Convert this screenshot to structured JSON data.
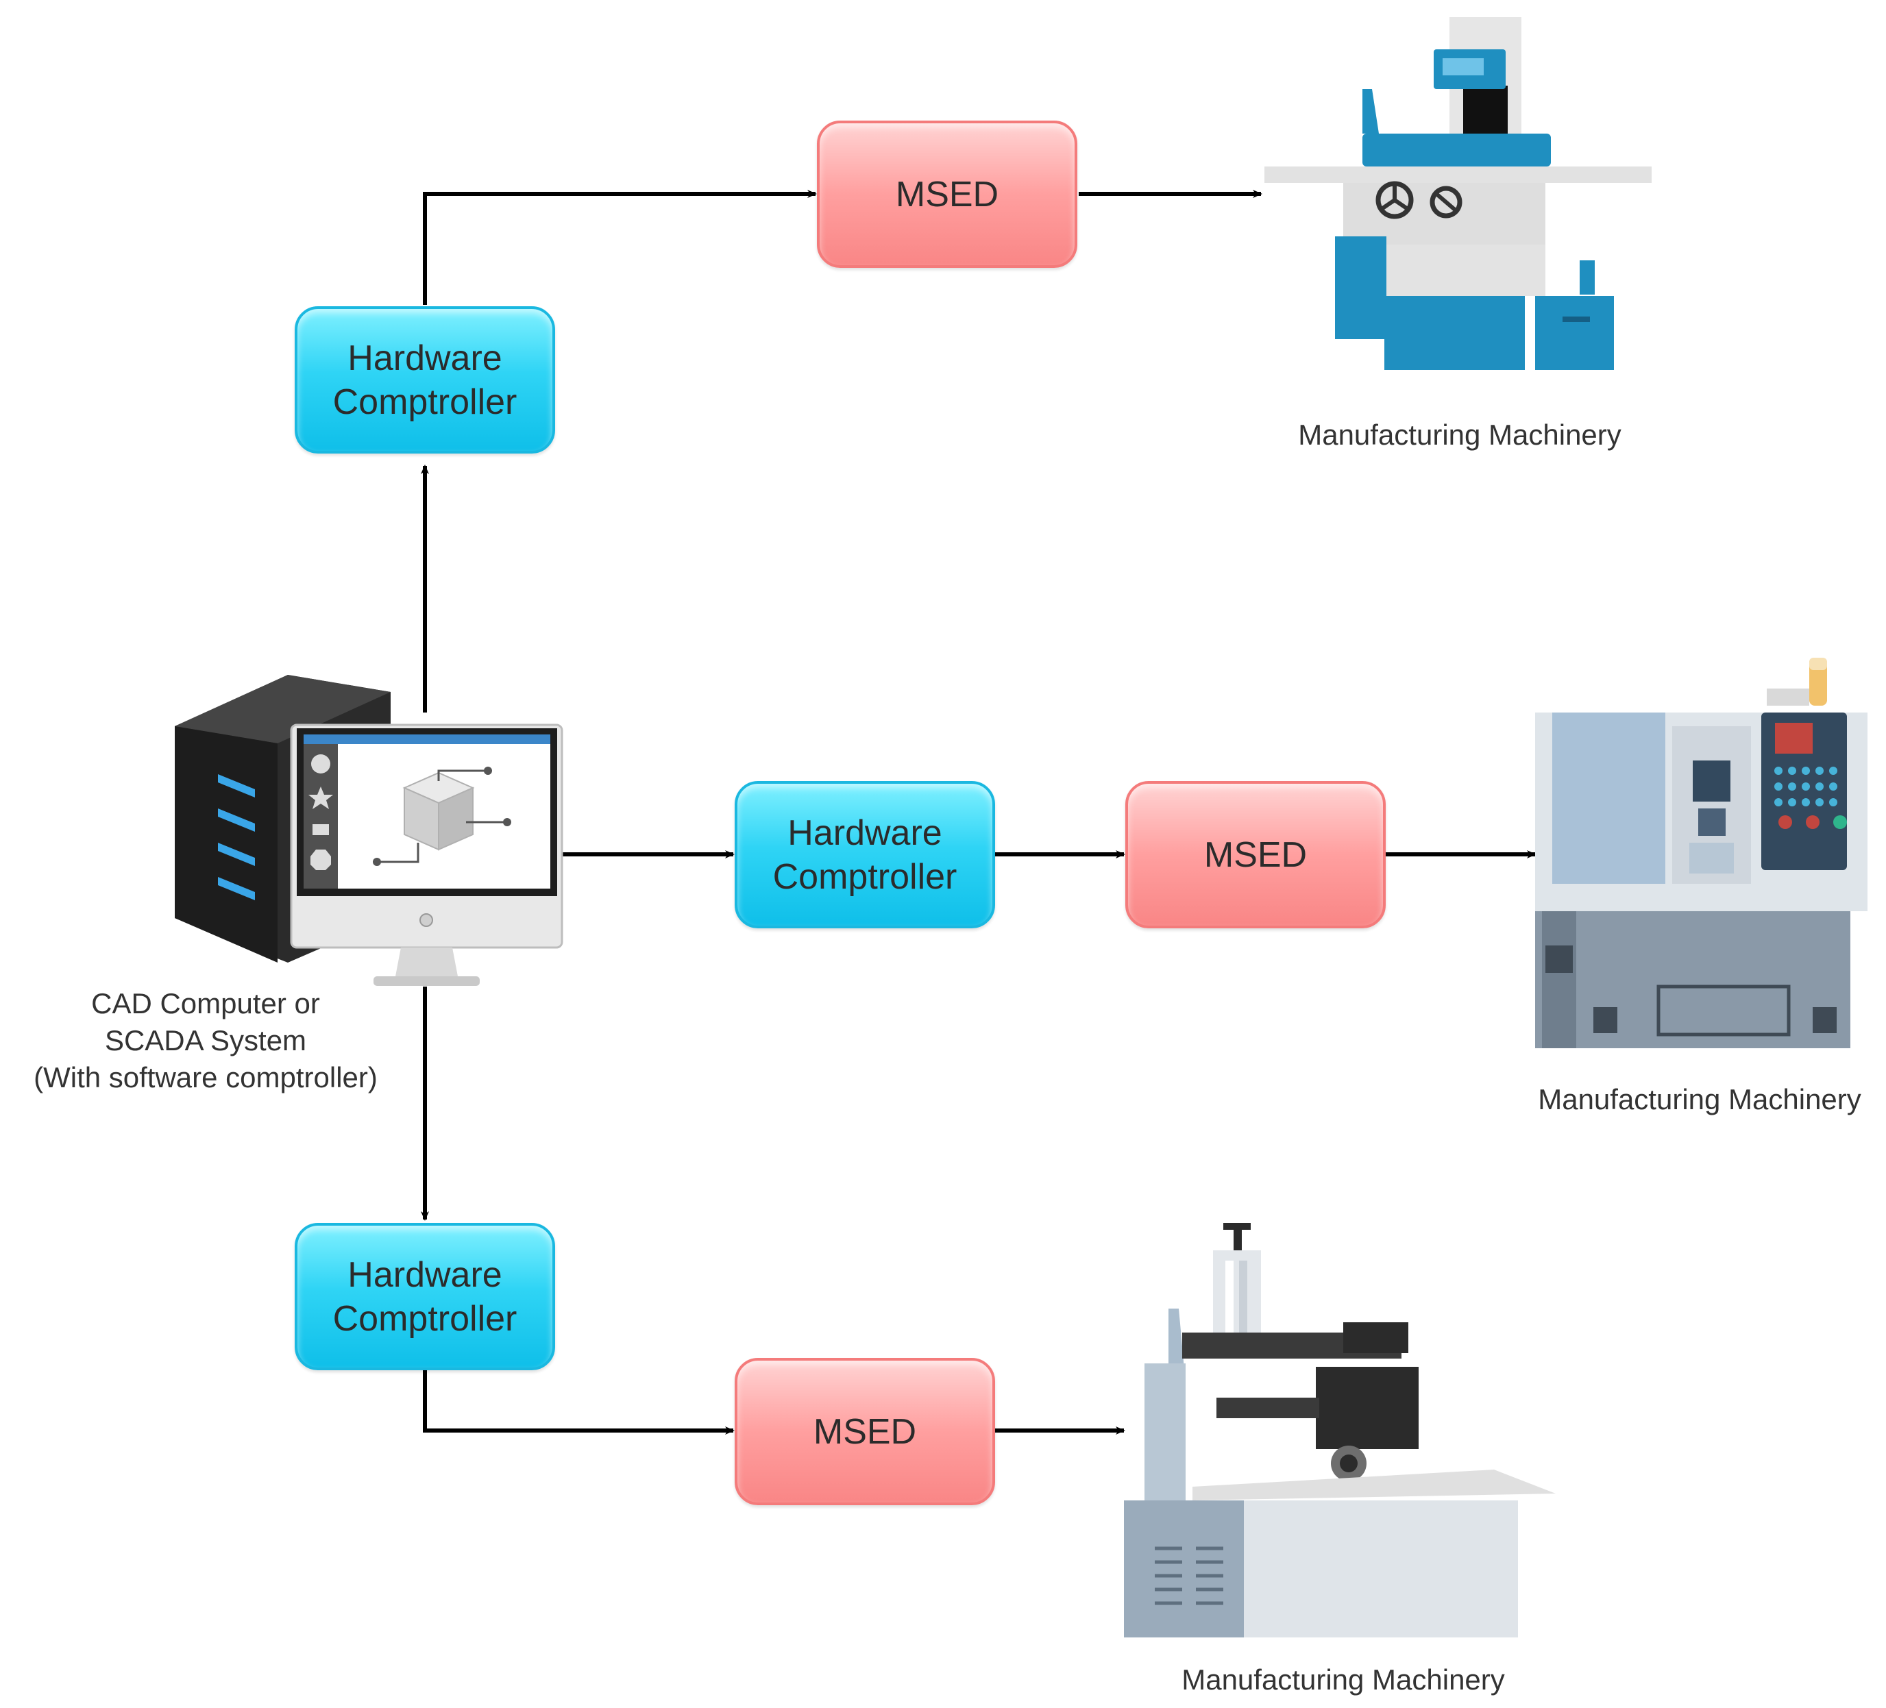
{
  "computer": {
    "caption_lines": [
      "CAD Computer or",
      "SCADA System",
      "(With software comptroller)"
    ]
  },
  "branches": [
    {
      "hw_lines": [
        "Hardware",
        "Comptroller"
      ],
      "msed": "MSED",
      "machine": "Manufacturing Machinery"
    },
    {
      "hw_lines": [
        "Hardware",
        "Comptroller"
      ],
      "msed": "MSED",
      "machine": "Manufacturing Machinery"
    },
    {
      "hw_lines": [
        "Hardware",
        "Comptroller"
      ],
      "msed": "MSED",
      "machine": "Manufacturing Machinery"
    }
  ],
  "colors": {
    "hardware_box": "#2fd4f5",
    "msed_box": "#ff9f9f",
    "machine_blue": "#1f8fc0",
    "arrow": "#000000"
  }
}
